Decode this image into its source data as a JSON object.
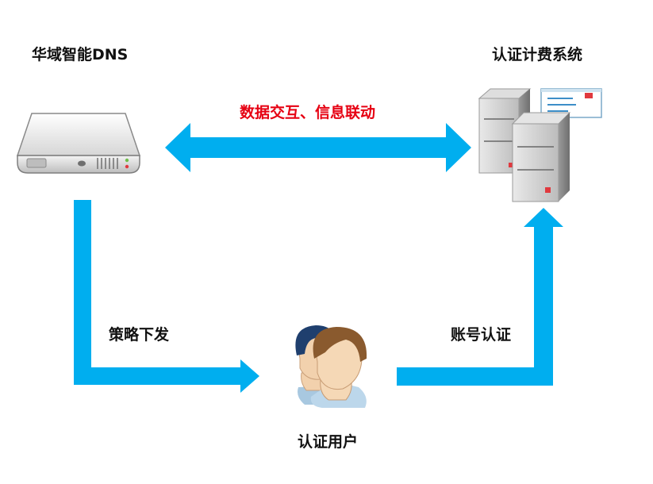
{
  "nodes": {
    "dns": {
      "label": "华域智能DNS",
      "icon": "server-icon"
    },
    "billing": {
      "label": "认证计费系统",
      "icon": "server-cluster-icon"
    },
    "user": {
      "label": "认证用户",
      "icon": "users-icon"
    }
  },
  "edges": {
    "dns_billing": {
      "label": "数据交互、信息联动",
      "direction": "bidirectional"
    },
    "dns_user": {
      "label": "策略下发",
      "direction": "dns-to-user"
    },
    "user_billing": {
      "label": "账号认证",
      "direction": "user-to-billing"
    }
  },
  "colors": {
    "arrow": "#00aeef",
    "highlight_text": "#e60012",
    "text": "#111111",
    "server_body": "#c7c7c7",
    "server_front": "#ececec",
    "status_led": "#e0393e"
  }
}
